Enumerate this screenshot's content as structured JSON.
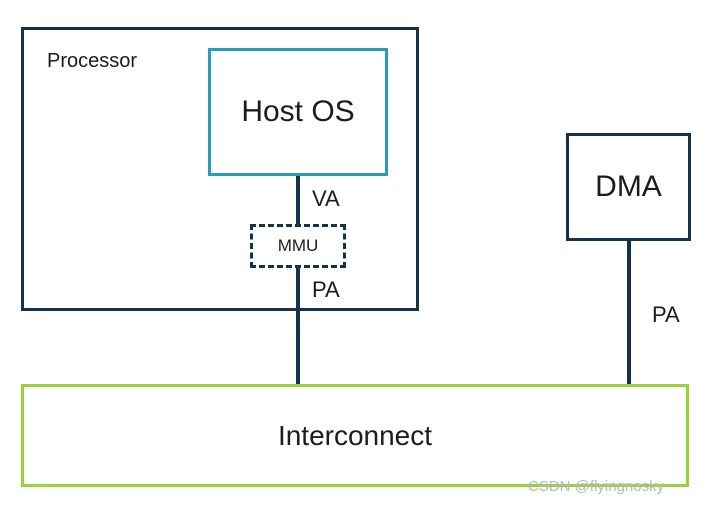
{
  "diagram": {
    "processor": {
      "label": "Processor"
    },
    "host_os": {
      "label": "Host OS"
    },
    "mmu": {
      "label": "MMU"
    },
    "dma": {
      "label": "DMA"
    },
    "interconnect": {
      "label": "Interconnect"
    },
    "edges": {
      "host_to_mmu": {
        "label": "VA"
      },
      "mmu_to_interconnect": {
        "label": "PA"
      },
      "dma_to_interconnect": {
        "label": "PA"
      }
    }
  },
  "watermark": "CSDN @flyingnosky",
  "colors": {
    "dark_border": "#14324a",
    "host_os_border": "#2a9bbf",
    "interconnect_border": "#9bd13a"
  }
}
